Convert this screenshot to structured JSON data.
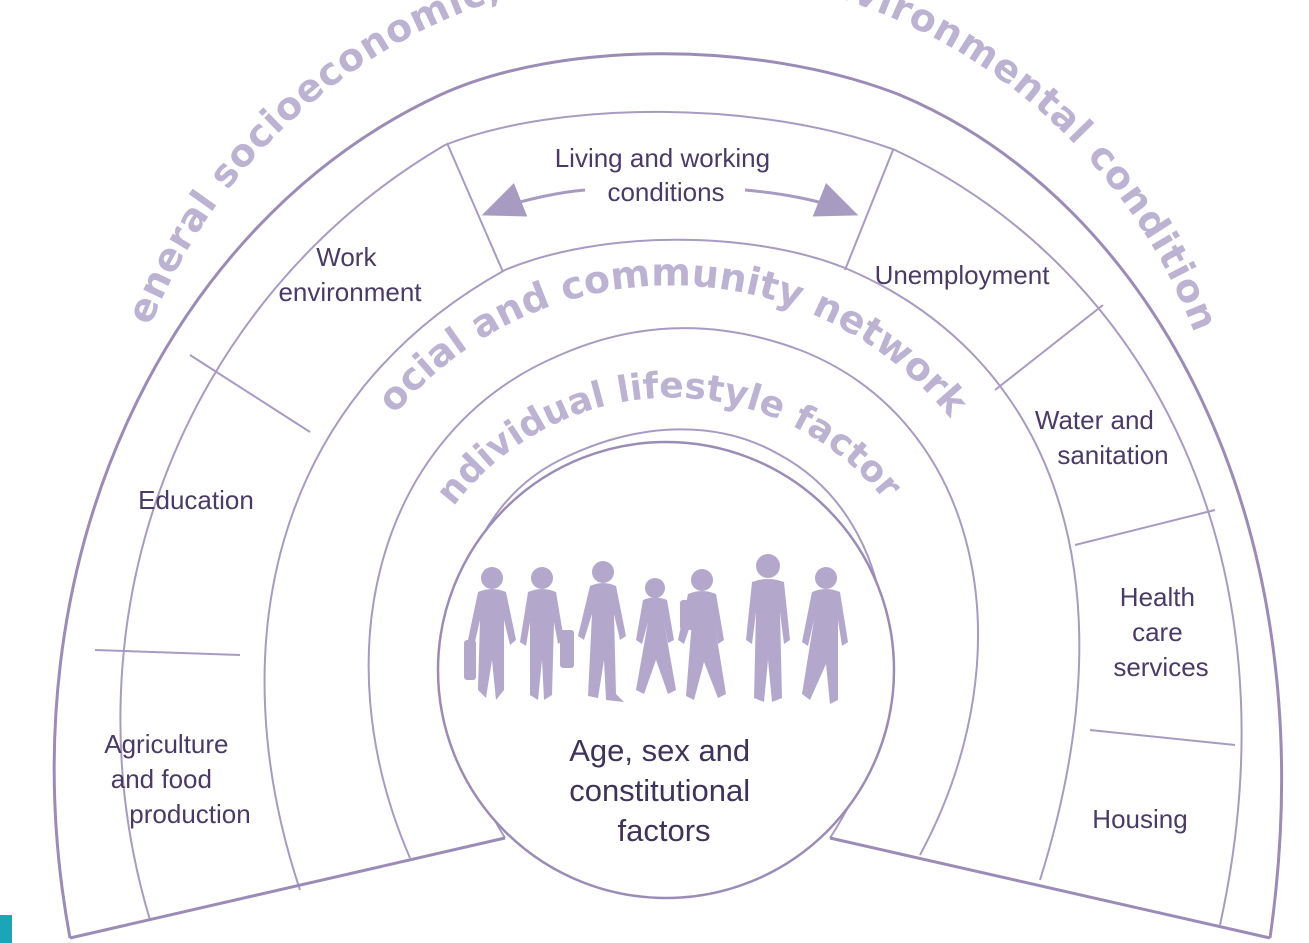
{
  "layers": {
    "general": "General socioeconomic, cultural and environmental conditions",
    "social": "Social and community networks",
    "individual": "Individual lifestyle factors",
    "core": [
      "Age, sex and",
      "constitutional",
      "factors"
    ]
  },
  "conditions": {
    "living": [
      "Living and working",
      "conditions"
    ],
    "work": [
      "Work",
      "environment"
    ],
    "education": "Education",
    "agriculture": [
      "Agriculture",
      "and food",
      "production"
    ],
    "unemployment": "Unemployment",
    "water": [
      "Water and",
      "sanitation"
    ],
    "health": [
      "Health",
      "care",
      "services"
    ],
    "housing": "Housing"
  },
  "colors": {
    "text": "#4a3b66",
    "lines": "#a89bc1",
    "arc_text": "#bcb2d1",
    "figures": "#b3a8cc"
  },
  "icons": [
    "people-silhouettes-icon",
    "double-arrow-icon"
  ]
}
